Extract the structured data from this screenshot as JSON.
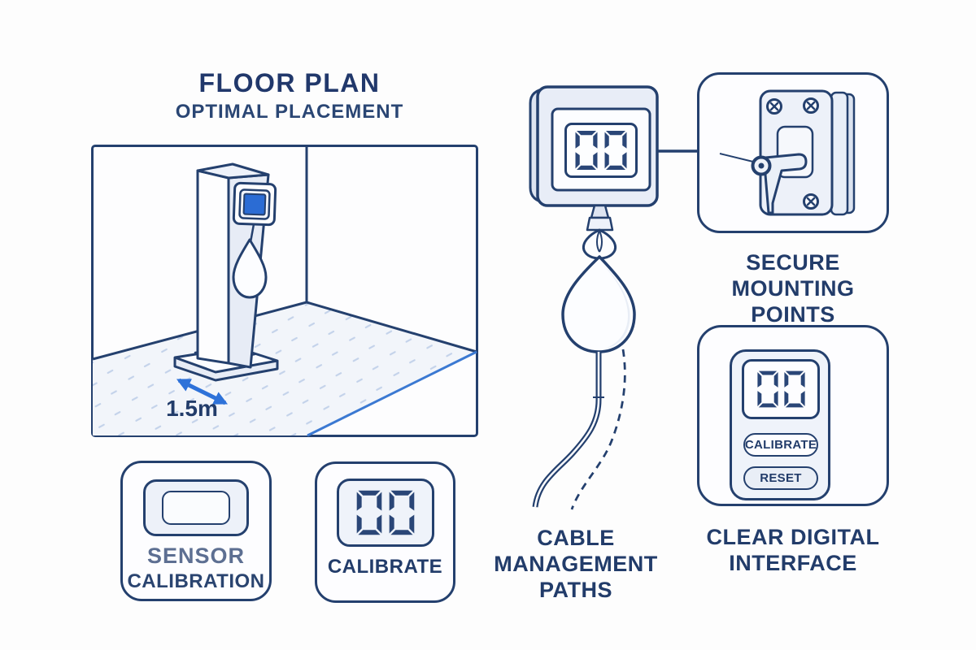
{
  "palette": {
    "navy": "#24406e",
    "text_navy": "#223c6a",
    "slate_text": "#5d6f92",
    "light_fill": "#e8edf7",
    "panel_fill": "#eff3fa",
    "screen_blue": "#2b6cd4",
    "accent_arrow_blue": "#2e72d9",
    "mat_edge_blue": "#3b79d2",
    "digit_navy": "#2a4677"
  },
  "header": {
    "title": "FLOOR PLAN",
    "subtitle": "OPTIMAL PLACEMENT"
  },
  "floor_plan": {
    "distance_label": "1.5m"
  },
  "wall_counter": {
    "display_value": "00"
  },
  "mounting": {
    "label_lines": [
      "SECURE",
      "MOUNTING POINTS"
    ]
  },
  "cable": {
    "label_lines": [
      "CABLE",
      "MANAGEMENT",
      "PATHS"
    ]
  },
  "sensor_card": {
    "label_lines": [
      "SENSOR",
      "CALIBRATION"
    ]
  },
  "calibrate_card": {
    "display_value": "00",
    "button_label": "CALIBRATE"
  },
  "interface_card": {
    "display_value": "00",
    "buttons": [
      "CALIBRATE",
      "RESET"
    ],
    "label_lines": [
      "CLEAR DIGITAL",
      "INTERFACE"
    ]
  }
}
